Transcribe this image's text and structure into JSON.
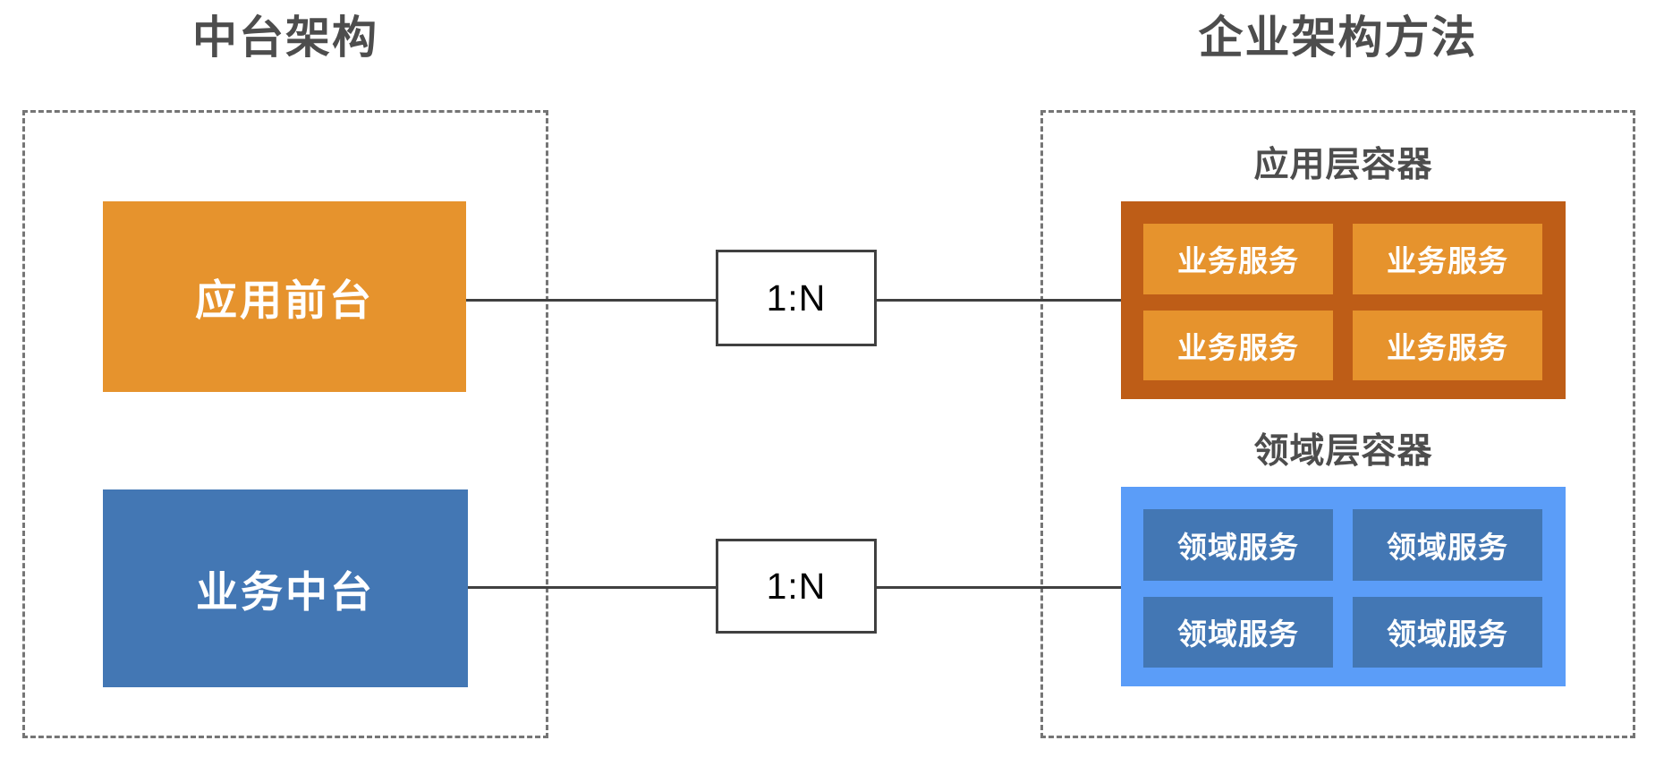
{
  "colors": {
    "bg": "#ffffff",
    "orange-node": "#E6932D",
    "blue-node": "#4377B4",
    "orange-container": "#BE5D17",
    "orange-service": "#E6932D",
    "blue-container": "#5B9DF8",
    "blue-service": "#4377B4",
    "line": "#404040",
    "dash-border": "#757575",
    "title-text": "#4D4D4D",
    "node-text": "#ffffff",
    "connector-text": "#000000"
  },
  "left_panel": {
    "title": "中台架构",
    "nodes": [
      {
        "label": "应用前台"
      },
      {
        "label": "业务中台"
      }
    ]
  },
  "connectors": [
    {
      "label": "1:N"
    },
    {
      "label": "1:N"
    }
  ],
  "right_panel": {
    "title": "企业架构方法",
    "containers": [
      {
        "label": "应用层容器",
        "services": [
          "业务服务",
          "业务服务",
          "业务服务",
          "业务服务"
        ]
      },
      {
        "label": "领域层容器",
        "services": [
          "领域服务",
          "领域服务",
          "领域服务",
          "领域服务"
        ]
      }
    ]
  }
}
